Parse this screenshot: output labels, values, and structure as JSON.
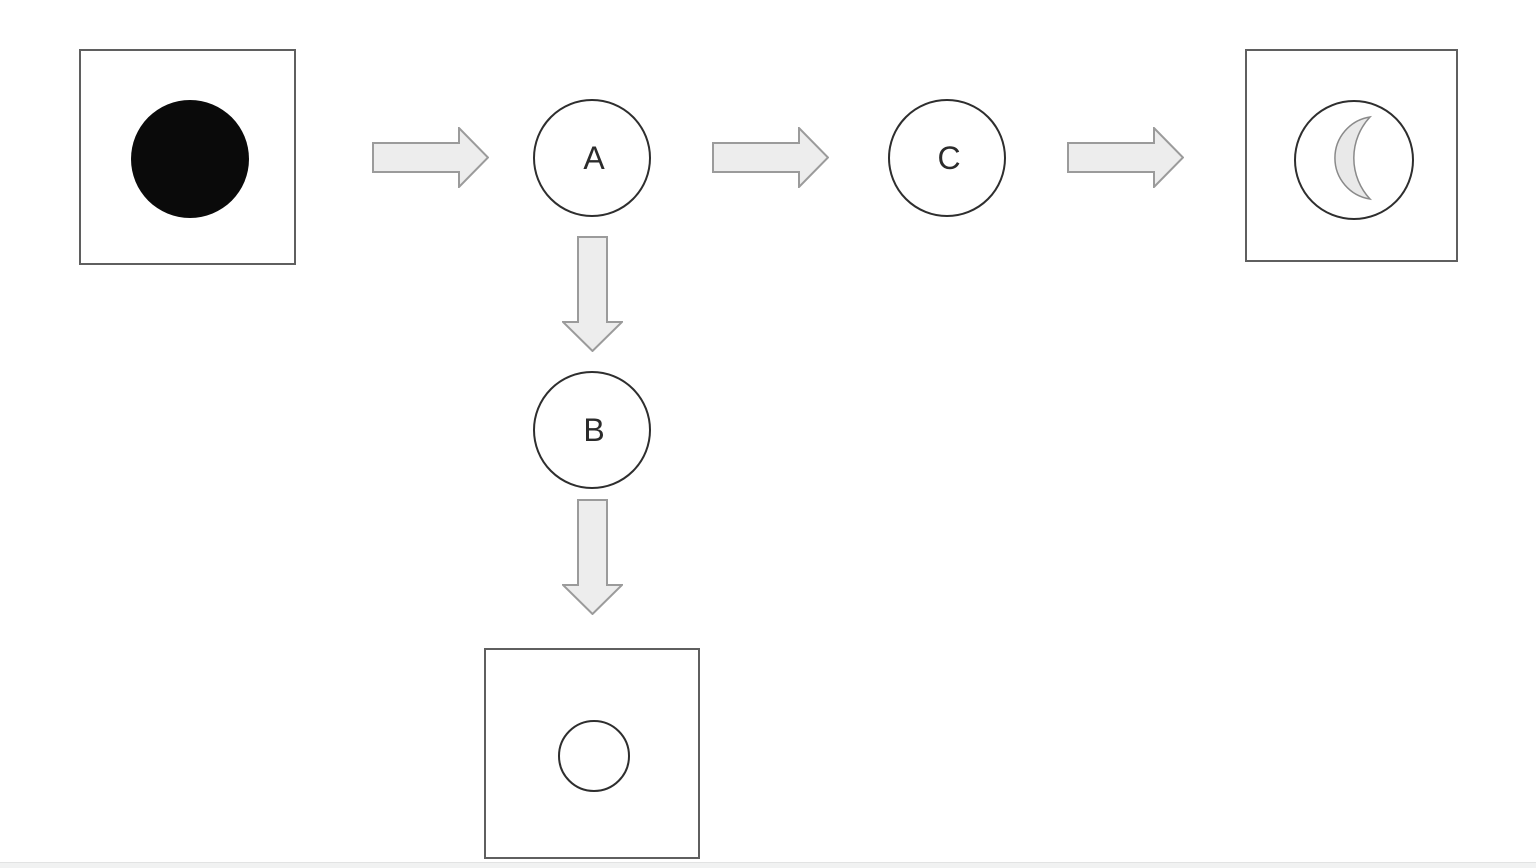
{
  "diagram": {
    "nodes": {
      "a": {
        "label": "A"
      },
      "b": {
        "label": "B"
      },
      "c": {
        "label": "C"
      }
    },
    "terminals": {
      "source": {
        "icon": "filled-black-circle"
      },
      "result_right": {
        "icon": "crescent-moon-in-circle"
      },
      "result_bottom": {
        "icon": "small-outline-circle"
      }
    },
    "colors": {
      "background": "#ffffff",
      "box_border": "#5f5f5f",
      "circle_stroke": "#2e2e2e",
      "arrow_fill": "#ededed",
      "arrow_stroke": "#9b9b9b",
      "black_shape": "#0a0a0a",
      "crescent_fill": "#e9e9e9",
      "bottom_bar": "#f1f2f2"
    }
  }
}
